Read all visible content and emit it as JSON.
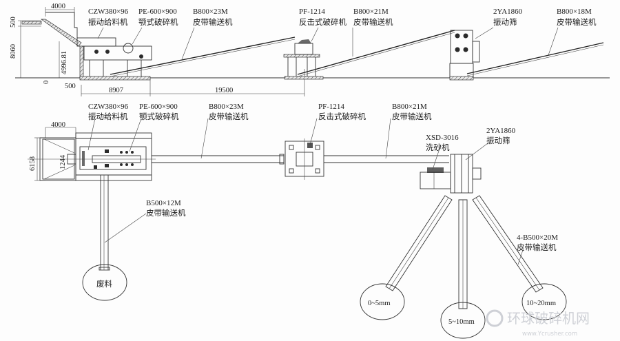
{
  "elevation_view": {
    "equipment": [
      {
        "id": "feeder",
        "model": "CZW380×96",
        "name": "振动给料机"
      },
      {
        "id": "jaw-crusher",
        "model": "PE-600×900",
        "name": "颚式破碎机"
      },
      {
        "id": "conveyor-1",
        "model": "B800×23M",
        "name": "皮带输送机"
      },
      {
        "id": "impact-crusher",
        "model": "PF-1214",
        "name": "反击式破碎机"
      },
      {
        "id": "conveyor-2",
        "model": "B800×21M",
        "name": "皮带输送机"
      },
      {
        "id": "screen",
        "model": "2YA1860",
        "name": "振动筛"
      },
      {
        "id": "conveyor-3",
        "model": "B800×18M",
        "name": "皮带输送机"
      }
    ],
    "dimensions": {
      "hopper_width": "4000",
      "top_offset": "500",
      "total_height": "8060",
      "platform_height": "4996.81",
      "base_offset": "500",
      "section_1_length": "8907",
      "section_2_length": "19500",
      "datum": "0"
    }
  },
  "plan_view": {
    "equipment": [
      {
        "id": "feeder",
        "model": "CZW380×96",
        "name": "振动给料机"
      },
      {
        "id": "jaw-crusher",
        "model": "PE-600×900",
        "name": "颚式破碎机"
      },
      {
        "id": "conveyor-1",
        "model": "B800×23M",
        "name": "皮带输送机"
      },
      {
        "id": "impact-crusher",
        "model": "PF-1214",
        "name": "反击式破碎机"
      },
      {
        "id": "conveyor-2",
        "model": "B800×21M",
        "name": "皮带输送机"
      },
      {
        "id": "sand-washer",
        "model": "XSD-3016",
        "name": "洗砂机"
      },
      {
        "id": "screen",
        "model": "2YA1860",
        "name": "振动筛"
      },
      {
        "id": "waste-conveyor",
        "model": "B500×12M",
        "name": "皮带输送机"
      },
      {
        "id": "product-conveyors",
        "model": "4-B500×20M",
        "name": "皮带输送机"
      }
    ],
    "dimensions": {
      "hopper_width": "4000",
      "overall_width": "6158",
      "inner_width": "1244"
    },
    "stockpiles": [
      {
        "id": "waste",
        "label": "废料"
      },
      {
        "id": "fine",
        "label": "0~5mm"
      },
      {
        "id": "medium",
        "label": "5~10mm"
      },
      {
        "id": "coarse",
        "label": "10~20mm"
      }
    ]
  },
  "watermark": {
    "title": "环球破碎机网",
    "url": "www.Ycrusher.com"
  }
}
